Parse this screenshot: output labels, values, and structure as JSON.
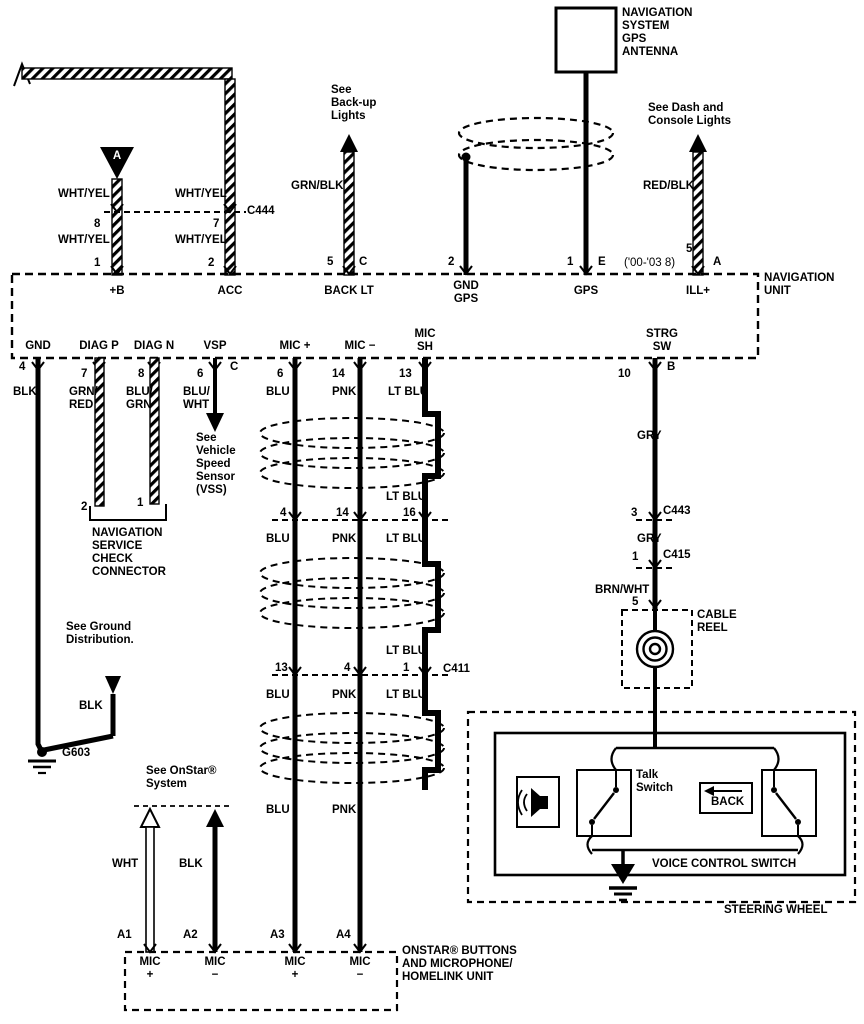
{
  "pins": {
    "p1": "1",
    "p2": "2",
    "p3": "3",
    "p4": "4",
    "p5": "5",
    "p6": "6",
    "p7": "7",
    "p8": "8",
    "p10": "10",
    "p13": "13",
    "p14": "14",
    "p16": "16"
  },
  "letters": {
    "a": "A",
    "b": "B",
    "c": "C",
    "e": "E"
  },
  "connectors": {
    "c444": "C444",
    "c443": "C443",
    "c415": "C415",
    "c411": "C411"
  },
  "wires": {
    "wht_yel": "WHT/YEL",
    "grn_blk": "GRN/BLK",
    "red_blk": "RED/BLK",
    "blk": "BLK",
    "grn_red": "GRN/\nRED",
    "blu_grn": "BLU/\nGRN",
    "blu_wht": "BLU/\nWHT",
    "blu": "BLU",
    "pnk": "PNK",
    "lt_blu": "LT BLU",
    "gry": "GRY",
    "brn_wht": "BRN/WHT",
    "wht": "WHT"
  },
  "notes": {
    "backup": "See\nBack-up\nLights",
    "dash": "See Dash and\nConsole Lights",
    "dash_year": "('00-'03 8)",
    "vss": "See\nVehicle\nSpeed\nSensor\n(VSS)",
    "ground": "See Ground\nDistribution.",
    "onstar": "See OnStar®\nSystem"
  },
  "gps_antenna": {
    "title": "NAVIGATION\nSYSTEM\nGPS\nANTENNA"
  },
  "nav_unit": {
    "name": "NAVIGATION\nUNIT",
    "plus_b": "+B",
    "acc": "ACC",
    "back_lt": "BACK LT",
    "gnd_gps": "GND\nGPS",
    "gps": "GPS",
    "ill": "ILL+",
    "gnd": "GND",
    "diag_p": "DIAG P",
    "diag_n": "DIAG N",
    "vsp": "VSP",
    "mic_plus": "MIC +",
    "mic_minus": "MIC −",
    "mic_sh": "MIC\nSH",
    "strg_sw": "STRG\nSW"
  },
  "labels": {
    "triangle_a": "A",
    "nav_service": "NAVIGATION\nSERVICE\nCHECK\nCONNECTOR",
    "g603": "G603",
    "cable_reel": "CABLE\nREEL",
    "talk_switch": "Talk\nSwitch",
    "back": "BACK",
    "voice_ctrl": "VOICE CONTROL SWITCH",
    "steering": "STEERING WHEEL",
    "onstar_unit": "ONSTAR® BUTTONS\nAND MICROPHONE/\nHOMELINK UNIT"
  },
  "onstar": {
    "a1": "A1",
    "a2": "A2",
    "a3": "A3",
    "a4": "A4",
    "mic_plus": "MIC\n+",
    "mic_minus": "MIC\n−"
  }
}
